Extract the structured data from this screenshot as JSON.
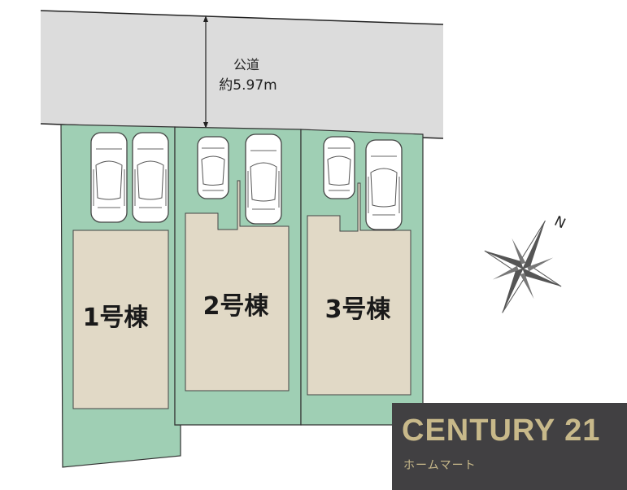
{
  "road": {
    "label": "公道",
    "width": "約5.97m"
  },
  "lots": [
    {
      "label": "1号棟"
    },
    {
      "label": "2号棟"
    },
    {
      "label": "3号棟"
    }
  ],
  "compass": {
    "north_label": "N"
  },
  "logo": {
    "brand": "CENTURY 21",
    "sub": "ホームマート"
  },
  "colors": {
    "road": "#dcdcdc",
    "lot": "#9fcfb4",
    "building": "#e1d9c6",
    "logo_bg": "#414042",
    "logo_text": "#c8b98a"
  }
}
